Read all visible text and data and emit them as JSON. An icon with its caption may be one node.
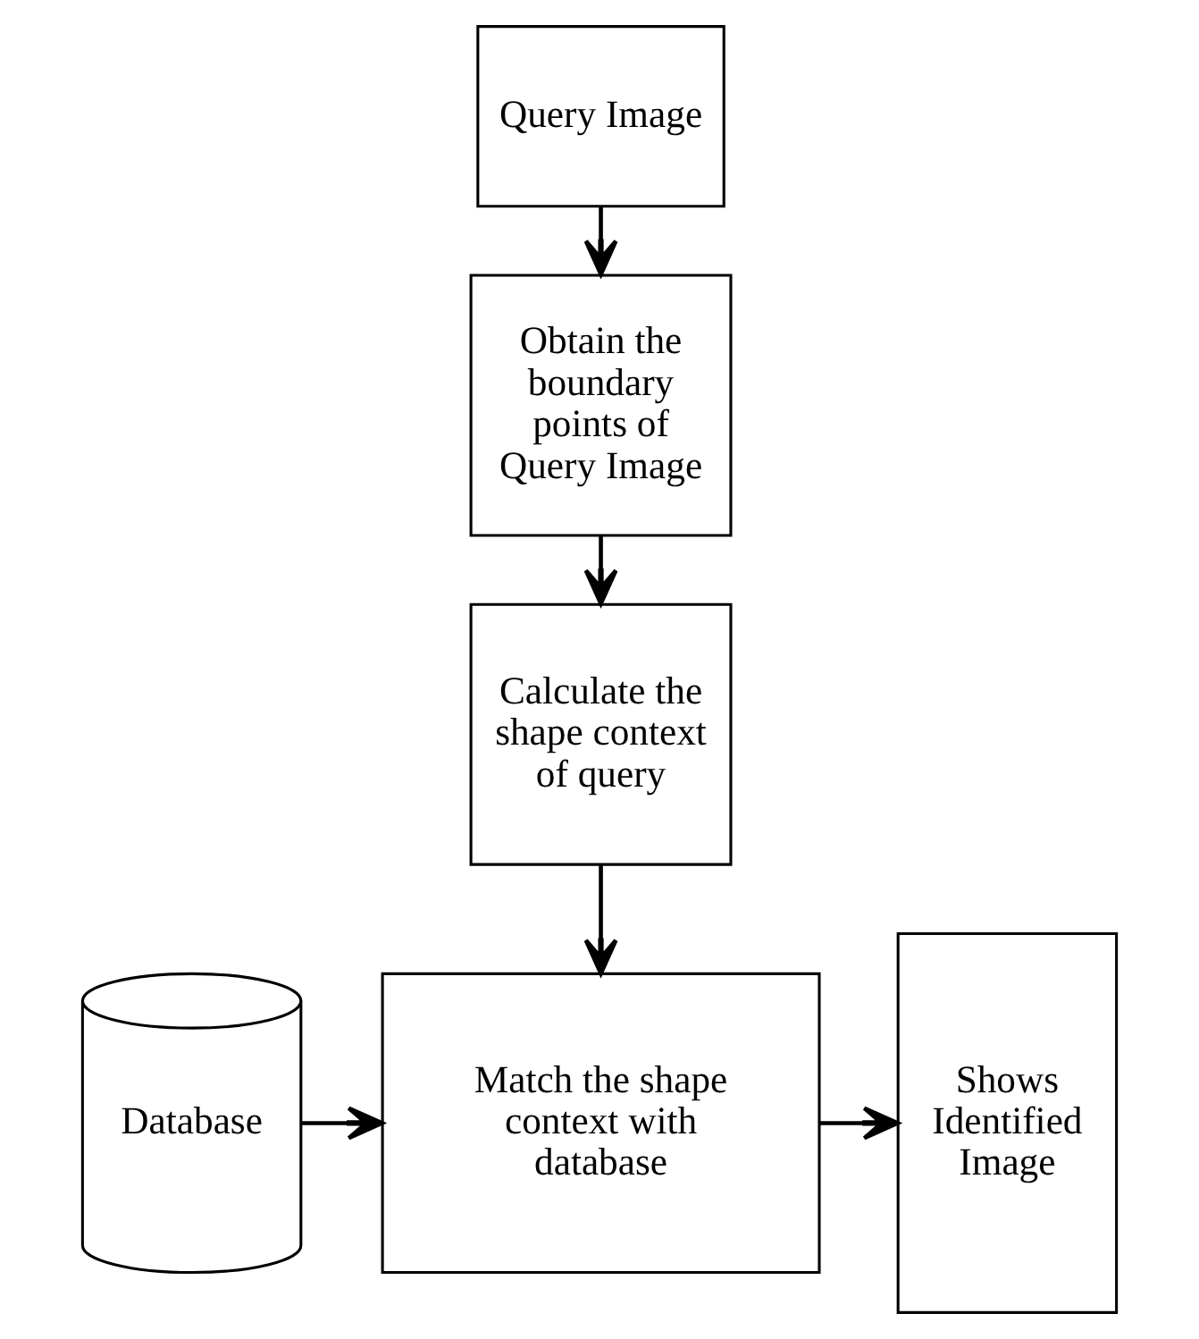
{
  "diagram": {
    "nodes": [
      {
        "text": [
          "Query Image"
        ]
      },
      {
        "text": [
          "Obtain the boundary points of Query Image"
        ]
      },
      {
        "text": [
          "Calculate the shape context of query"
        ]
      },
      {
        "text": [
          "Database"
        ]
      },
      {
        "text": [
          "Match the shape context with database"
        ]
      },
      {
        "text": [
          "Shows Identified Image"
        ]
      }
    ],
    "edges": [
      {
        "from": 0,
        "to": 1,
        "arrow": "to"
      },
      {
        "from": 1,
        "to": 2,
        "arrow": "to"
      },
      {
        "from": 2,
        "to": 4,
        "arrow": "to"
      },
      {
        "from": 3,
        "to": 4,
        "arrow": "to"
      },
      {
        "from": 4,
        "to": 5,
        "arrow": "to"
      }
    ]
  }
}
